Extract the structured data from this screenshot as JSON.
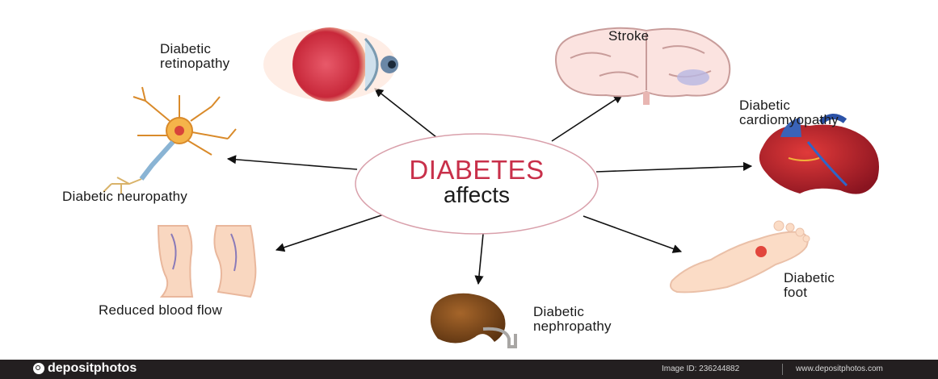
{
  "hub": {
    "title": "DIABETES",
    "subtitle": "affects"
  },
  "nodes": [
    {
      "id": "retinopathy",
      "label": "Diabetic\nretinopathy",
      "icon": "eye-icon"
    },
    {
      "id": "stroke",
      "label": "Stroke",
      "icon": "brain-icon"
    },
    {
      "id": "cardiomyopathy",
      "label": "Diabetic\ncardiomyopathy",
      "icon": "heart-icon"
    },
    {
      "id": "neuropathy",
      "label": "Diabetic neuropathy",
      "icon": "neuron-icon"
    },
    {
      "id": "blood-flow",
      "label": "Reduced blood flow",
      "icon": "legs-icon"
    },
    {
      "id": "nephropathy",
      "label": "Diabetic\nnephropathy",
      "icon": "kidney-icon"
    },
    {
      "id": "foot",
      "label": "Diabetic\nfoot",
      "icon": "foot-icon"
    }
  ],
  "footer": {
    "logo": "depositphotos",
    "image_id": "Image ID: 236244882",
    "site": "www.depositphotos.com"
  },
  "colors": {
    "hub_title": "#c8304a",
    "hub_ring": "#d9a0ab",
    "footer_bg": "#231f20"
  }
}
